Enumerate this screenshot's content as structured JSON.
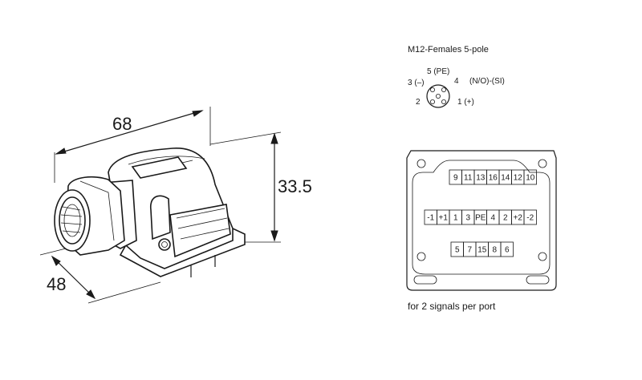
{
  "dimensions": {
    "width": "68",
    "height": "33.5",
    "depth": "48"
  },
  "connector": {
    "title": "M12-Females  5-pole",
    "pins": [
      {
        "label": "5 (PE)"
      },
      {
        "label": "3 (–)"
      },
      {
        "label": "4"
      },
      {
        "label": "(N/O)-(SI)"
      },
      {
        "label": "2"
      },
      {
        "label": "1 (+)"
      }
    ]
  },
  "terminal_block": {
    "top_row": [
      "9",
      "11",
      "13",
      "16",
      "14",
      "12",
      "10"
    ],
    "middle_row": [
      "-1",
      "+1",
      "1",
      "3",
      "PE",
      "4",
      "2",
      "+2",
      "-2"
    ],
    "bottom_row": [
      "5",
      "7",
      "15",
      "8",
      "6"
    ],
    "caption": "for 2 signals per port"
  }
}
